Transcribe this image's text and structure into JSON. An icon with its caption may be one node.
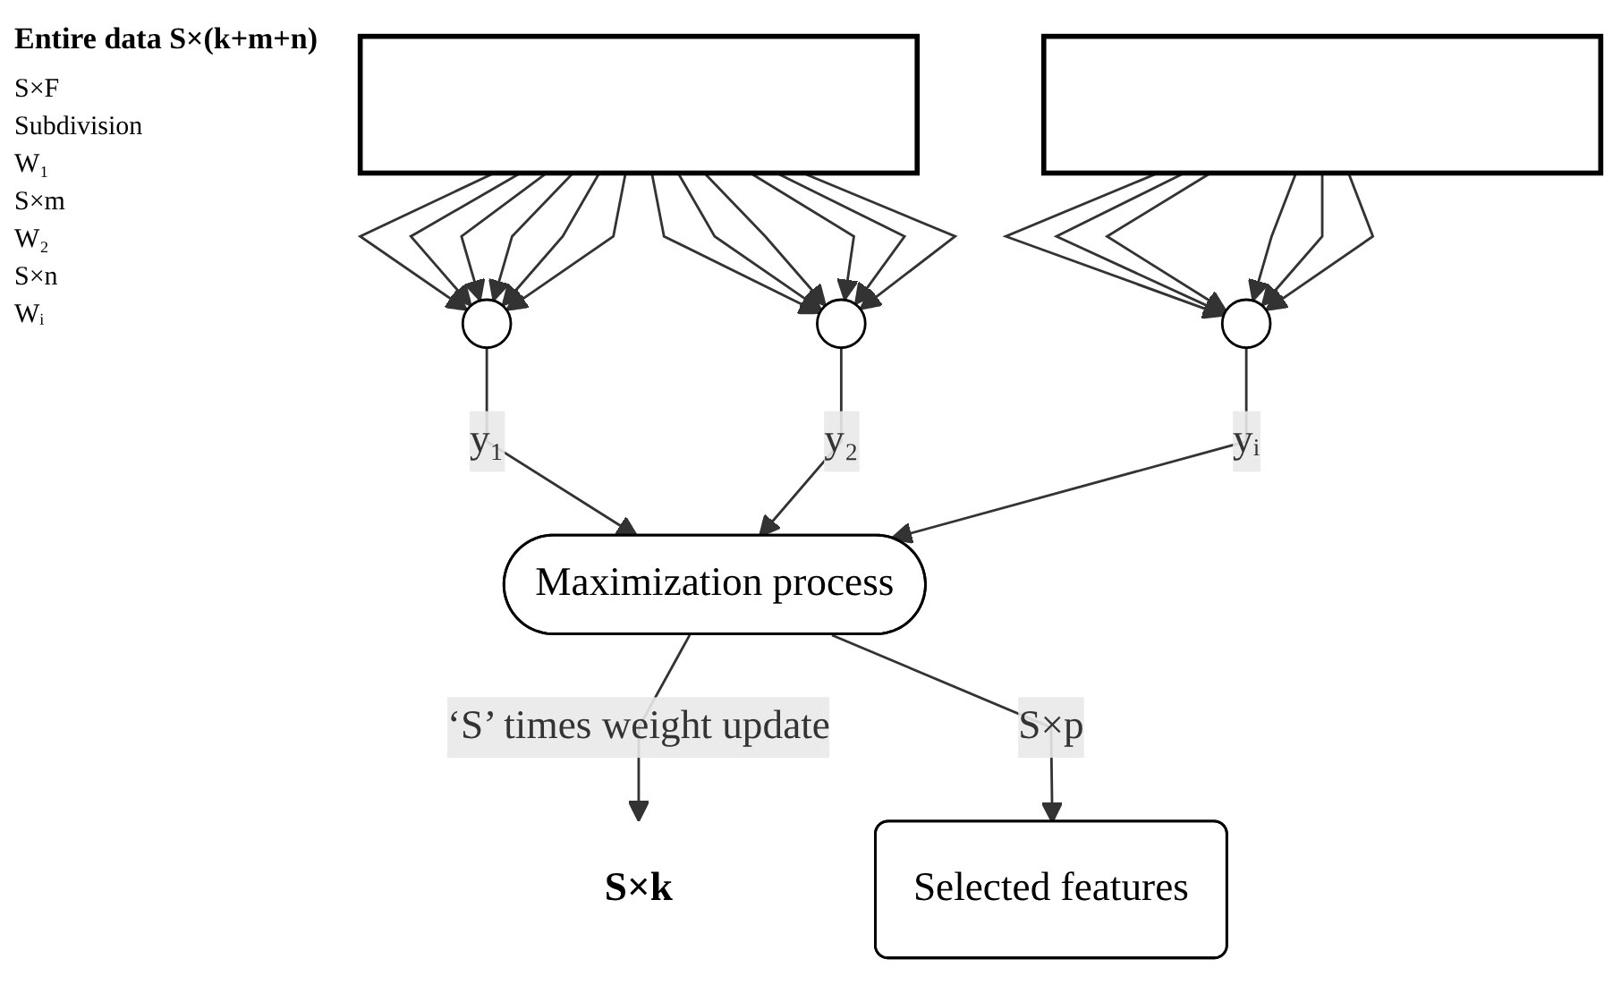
{
  "diagram": {
    "title": "Entire data S×(k+m+n)",
    "nodes": [
      {
        "text": [],
        "shape": "bar"
      },
      {
        "text": [],
        "shape": "bar"
      },
      {
        "text": [],
        "shape": "circle"
      },
      {
        "text": [],
        "shape": "circle"
      },
      {
        "text": [],
        "shape": "circle"
      },
      {
        "text": [
          "Maximization process"
        ]
      },
      {
        "text": [
          "Selected features"
        ]
      },
      {
        "text": [
          "S×k"
        ]
      }
    ],
    "edges": [
      {
        "from": 0,
        "to": 2,
        "arrow": "to"
      },
      {
        "from": 0,
        "to": 2,
        "arrow": "to"
      },
      {
        "from": 0,
        "to": 2,
        "arrow": "to"
      },
      {
        "from": 0,
        "to": 2,
        "arrow": "to"
      },
      {
        "from": 0,
        "to": 2,
        "arrow": "to"
      },
      {
        "from": 0,
        "to": 2,
        "arrow": "to"
      },
      {
        "from": 0,
        "to": 3,
        "arrow": "to"
      },
      {
        "from": 0,
        "to": 3,
        "arrow": "to"
      },
      {
        "from": 0,
        "to": 3,
        "arrow": "to"
      },
      {
        "from": 0,
        "to": 3,
        "arrow": "to"
      },
      {
        "from": 0,
        "to": 3,
        "arrow": "to"
      },
      {
        "from": 0,
        "to": 3,
        "arrow": "to"
      },
      {
        "from": 1,
        "to": 4,
        "arrow": "to"
      },
      {
        "from": 1,
        "to": 4,
        "arrow": "to"
      },
      {
        "from": 1,
        "to": 4,
        "arrow": "to"
      },
      {
        "from": 1,
        "to": 4,
        "arrow": "to"
      },
      {
        "from": 1,
        "to": 4,
        "arrow": "to"
      },
      {
        "from": 1,
        "to": 4,
        "arrow": "to"
      },
      {
        "from": 2,
        "to": 5,
        "arrow": "to",
        "label": "y₁"
      },
      {
        "from": 3,
        "to": 5,
        "arrow": "to",
        "label": "y₂"
      },
      {
        "from": 4,
        "to": 5,
        "arrow": "to",
        "label": "yᵢ"
      },
      {
        "from": 5,
        "to": 7,
        "arrow": "to",
        "label": "‘S’ times weight update"
      },
      {
        "from": 5,
        "to": 6,
        "arrow": "to",
        "label": "S×p"
      }
    ],
    "labels": [
      "S×F",
      "Subdivision",
      "W₁",
      "S×m",
      "W₂",
      "S×n",
      "Wᵢ"
    ]
  }
}
